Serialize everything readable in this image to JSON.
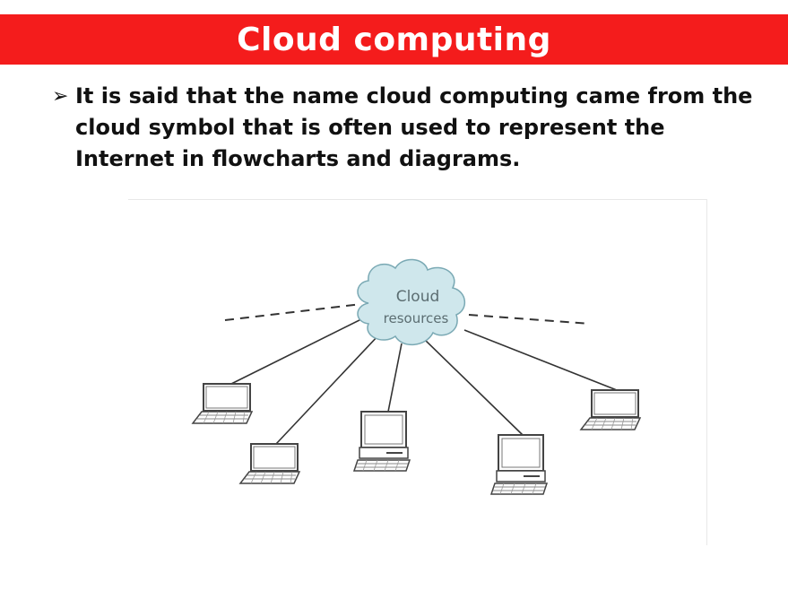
{
  "slide": {
    "title": "Cloud computing",
    "bullet_marker": "➢",
    "bullet_text": "It is said that the name cloud computing came from the cloud symbol that is often used to represent the Internet in flowcharts and diagrams."
  },
  "diagram": {
    "cloud_label_line1": "Cloud",
    "cloud_label_line2": "resources",
    "cloud_fill": "#cfe7ec",
    "cloud_stroke": "#7aa9b4"
  }
}
